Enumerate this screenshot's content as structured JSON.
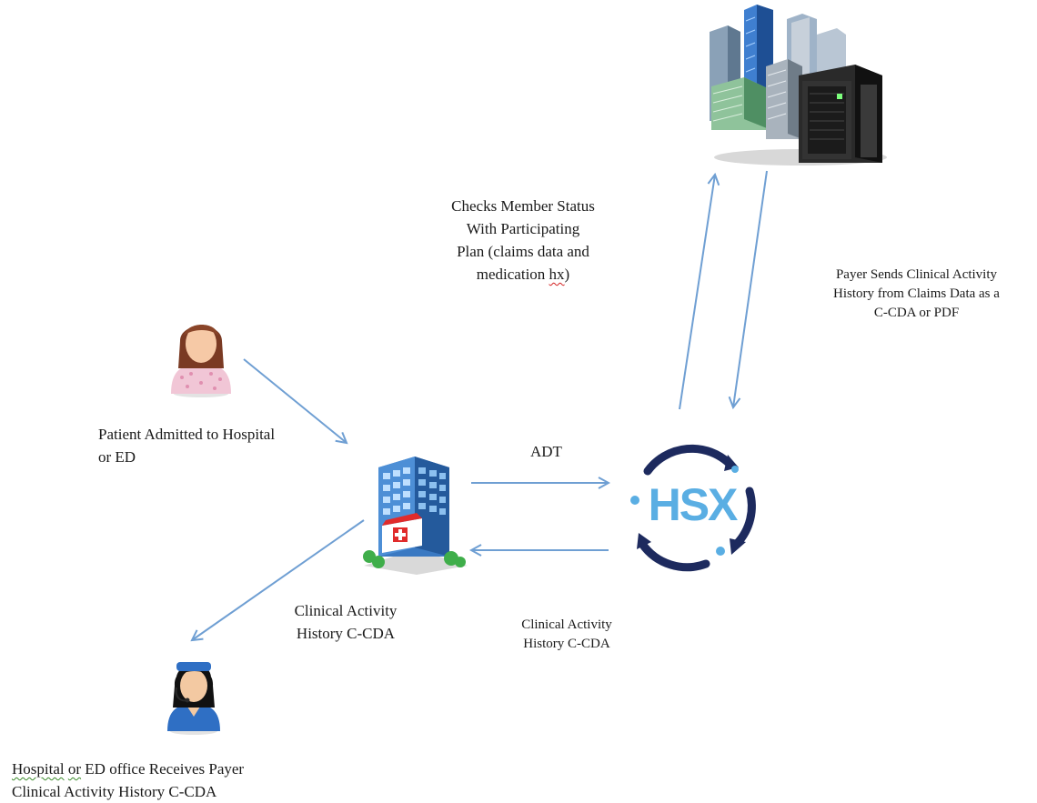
{
  "labels": {
    "checks_member": {
      "line1": "Checks Member Status",
      "line2": "With Participating",
      "line3": "Plan (claims data and",
      "line4_pre": "medication ",
      "line4_err": "hx",
      "line4_post": ")"
    },
    "payer_sends": {
      "line1": "Payer Sends Clinical Activity",
      "line2": "History from Claims Data as a",
      "line3": "C-CDA or PDF"
    },
    "patient_admitted": {
      "line1": "Patient Admitted to Hospital",
      "line2": "or ED"
    },
    "adt": "ADT",
    "cah_left": {
      "line1": "Clinical Activity",
      "line2": "History C-CDA"
    },
    "cah_right": {
      "line1": "Clinical Activity",
      "line2": "History C-CDA"
    },
    "hospital_receives": {
      "w1": "Hospital",
      "w2": "or",
      "rest": " ED office  Receives Payer",
      "line2": "Clinical Activity History C-CDA"
    }
  },
  "logo": {
    "text": "HSX"
  },
  "colors": {
    "arrow": "#6f9fd3",
    "hsx_ring": "#1d2a5e",
    "hsx_letters": "#5aaee3",
    "building": "#2f6fb5"
  },
  "icons": [
    "datacenter-icon",
    "patient-icon",
    "hospital-icon",
    "hsx-logo-icon",
    "staff-icon"
  ]
}
